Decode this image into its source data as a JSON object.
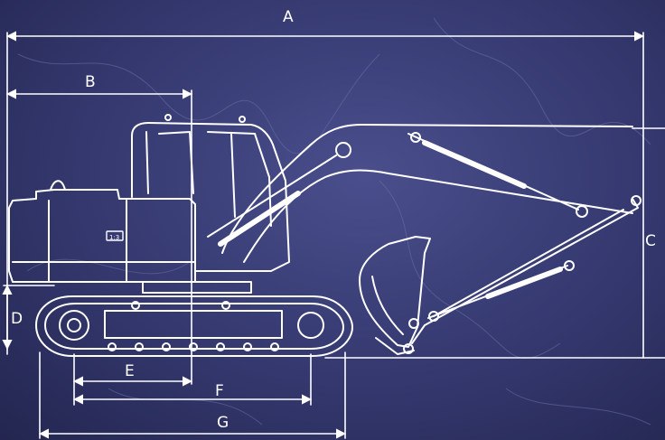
{
  "diagram": {
    "labels": {
      "A": "A",
      "B": "B",
      "C": "C",
      "D": "D",
      "E": "E",
      "F": "F",
      "G": "G"
    },
    "cab_badge": "1:3"
  },
  "colors": {
    "background": "#34386e",
    "line": "#ffffff"
  }
}
